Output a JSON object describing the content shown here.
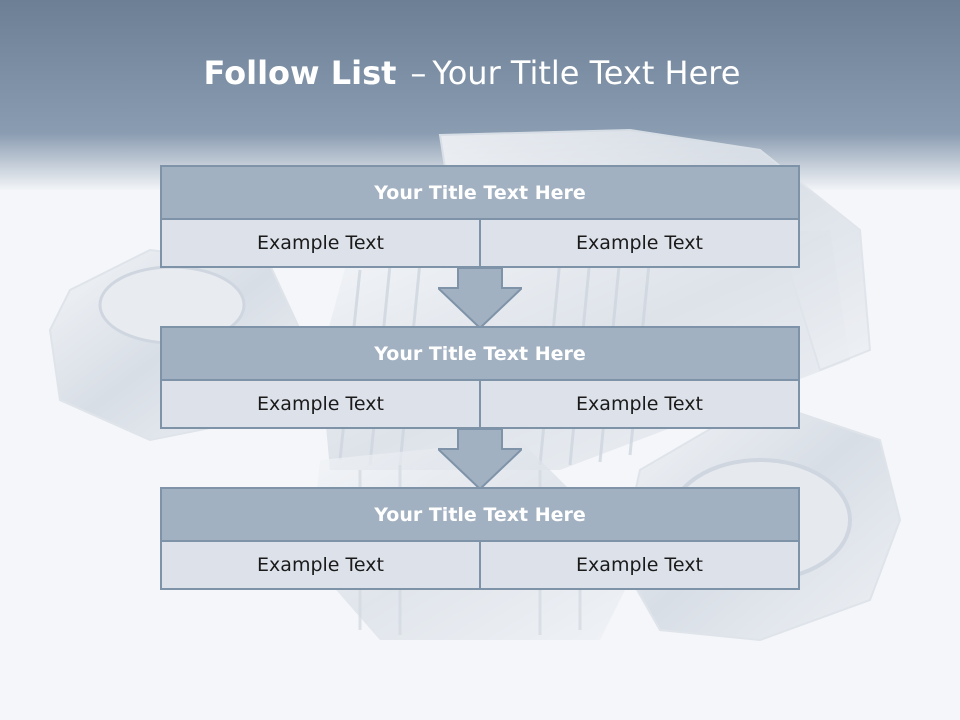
{
  "slide": {
    "title_bold": "Follow List",
    "title_dash": "–",
    "title_rest": "Your Title Text Here"
  },
  "blocks": [
    {
      "title": "Your Title Text Here",
      "left": "Example Text",
      "right": "Example Text"
    },
    {
      "title": "Your Title Text Here",
      "left": "Example Text",
      "right": "Example Text"
    },
    {
      "title": "Your Title Text Here",
      "left": "Example Text",
      "right": "Example Text"
    }
  ],
  "colors": {
    "header_band": "#7e93aa",
    "block_title_fill": "#a2b1c1",
    "block_cell_fill": "#dde2ea",
    "border": "#7f93a8"
  }
}
